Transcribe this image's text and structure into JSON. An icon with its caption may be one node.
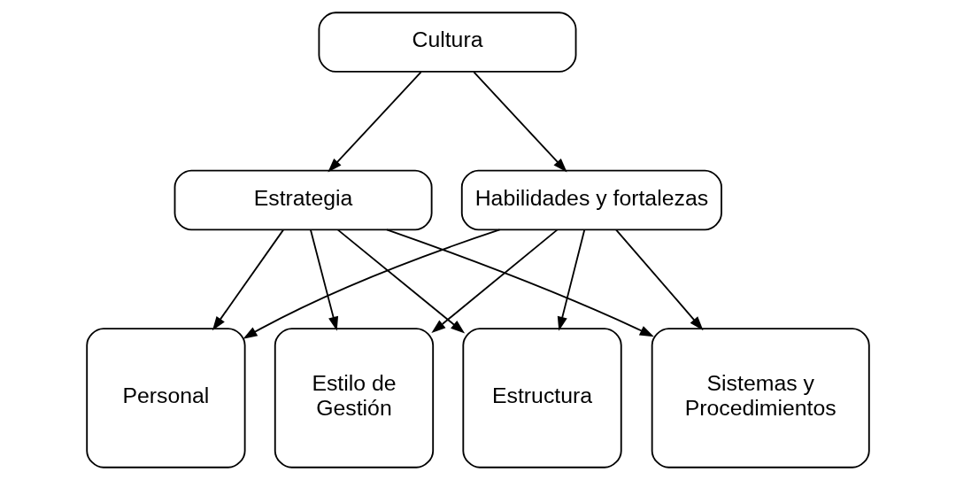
{
  "diagram": {
    "nodes": [
      {
        "text": [
          "Cultura"
        ]
      },
      {
        "text": [
          "Estrategia"
        ]
      },
      {
        "text": [
          "Habilidades y fortalezas"
        ]
      },
      {
        "text": [
          "Estructura"
        ]
      },
      {
        "text": [
          "Sistemas y Procedimientos"
        ]
      },
      {
        "text": [
          "Personal"
        ]
      },
      {
        "text": [
          "Estilo de Gestión"
        ]
      }
    ],
    "edges": [
      {
        "from": 0,
        "to": 1,
        "arrow": "to"
      },
      {
        "from": 0,
        "to": 2,
        "arrow": "to"
      },
      {
        "from": 1,
        "to": 3,
        "arrow": "to"
      },
      {
        "from": 1,
        "to": 4,
        "arrow": "to"
      },
      {
        "from": 1,
        "to": 5,
        "arrow": "to"
      },
      {
        "from": 1,
        "to": 6,
        "arrow": "to"
      },
      {
        "from": 2,
        "to": 3,
        "arrow": "to"
      },
      {
        "from": 2,
        "to": 4,
        "arrow": "to"
      },
      {
        "from": 2,
        "to": 5,
        "arrow": "to"
      },
      {
        "from": 2,
        "to": 6,
        "arrow": "to"
      }
    ]
  }
}
